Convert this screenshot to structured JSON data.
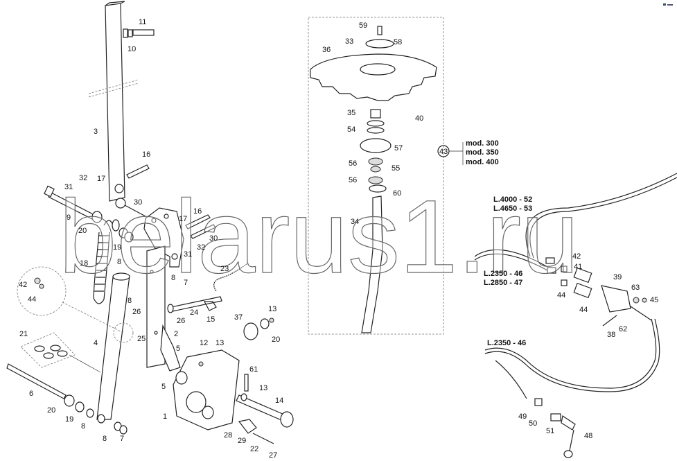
{
  "diagram": {
    "watermark": "belarus1.ru",
    "corner_logo": "logo",
    "callouts": [
      "11",
      "10",
      "3",
      "16",
      "32",
      "31",
      "17",
      "9",
      "20",
      "30",
      "17",
      "16",
      "30",
      "32",
      "31",
      "19",
      "18",
      "8",
      "42",
      "44",
      "8",
      "8",
      "7",
      "23",
      "24",
      "26",
      "25",
      "26",
      "15",
      "13",
      "37",
      "20",
      "21",
      "4",
      "2",
      "5",
      "12",
      "13",
      "5",
      "61",
      "13",
      "14",
      "6",
      "20",
      "19",
      "8",
      "8",
      "7",
      "1",
      "28",
      "29",
      "22",
      "27",
      "59",
      "33",
      "58",
      "36",
      "35",
      "40",
      "54",
      "57",
      "56",
      "55",
      "56",
      "60",
      "34",
      "42",
      "41",
      "39",
      "63",
      "45",
      "44",
      "44",
      "62",
      "38",
      "49",
      "50",
      "51",
      "48"
    ],
    "group_43": {
      "number": "43",
      "models": [
        "mod. 300",
        "mod. 350",
        "mod. 400"
      ]
    },
    "hose_lengths": [
      "L.4000 - 52",
      "L.4650 - 53",
      "L.2350 - 46",
      "L.2850 - 47",
      "L.2350 - 46"
    ]
  }
}
